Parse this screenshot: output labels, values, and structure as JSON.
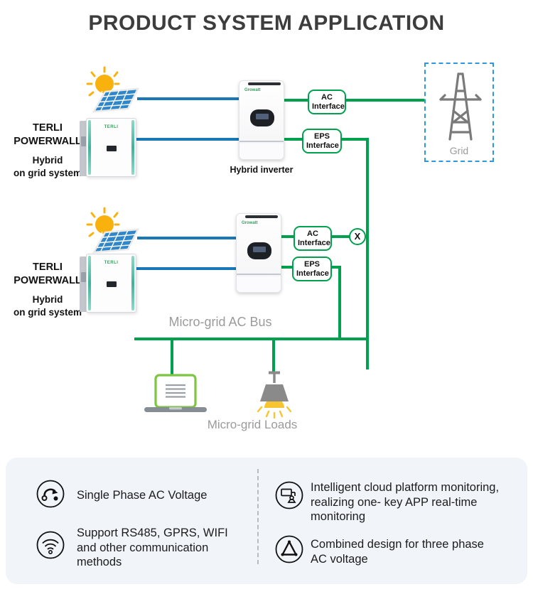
{
  "title": "PRODUCT SYSTEM APPLICATION",
  "colors": {
    "pv_line_blue": "#1878b8",
    "ac_line_green": "#00a14e",
    "grid_box_dash_blue": "#2e97dd",
    "panel_background": "#f1f4f9"
  },
  "diagram": {
    "grid_label": "Grid",
    "bus_label": "Micro-grid AC Bus",
    "loads_label": "Micro-grid Loads",
    "junction_label": "X",
    "badges": {
      "ac": "AC\nInterface",
      "eps": "EPS\nInterface"
    },
    "systems": [
      {
        "name_label": "TERLI\nPOWERWALL",
        "mode_label": "Hybrid\non grid system",
        "inverter_label": "Hybrid inverter",
        "inverter_brand": "Growatt",
        "battery_brand": "TERLI"
      },
      {
        "name_label": "TERLI\nPOWERWALL",
        "mode_label": "Hybrid\non grid system",
        "inverter_brand": "Growatt",
        "battery_brand": "TERLI"
      }
    ]
  },
  "features": [
    {
      "icon": "phase-arrow-icon",
      "text": "Single Phase AC Voltage"
    },
    {
      "icon": "wifi-icon",
      "text": "Support RS485, GPRS, WIFI\nand other communication\nmethods"
    },
    {
      "icon": "cloud-monitoring-icon",
      "text": "Intelligent cloud platform monitoring,\nrealizing one- key APP real-time\nmonitoring"
    },
    {
      "icon": "delta-icon",
      "text": "Combined design for three phase\nAC voltage"
    }
  ]
}
